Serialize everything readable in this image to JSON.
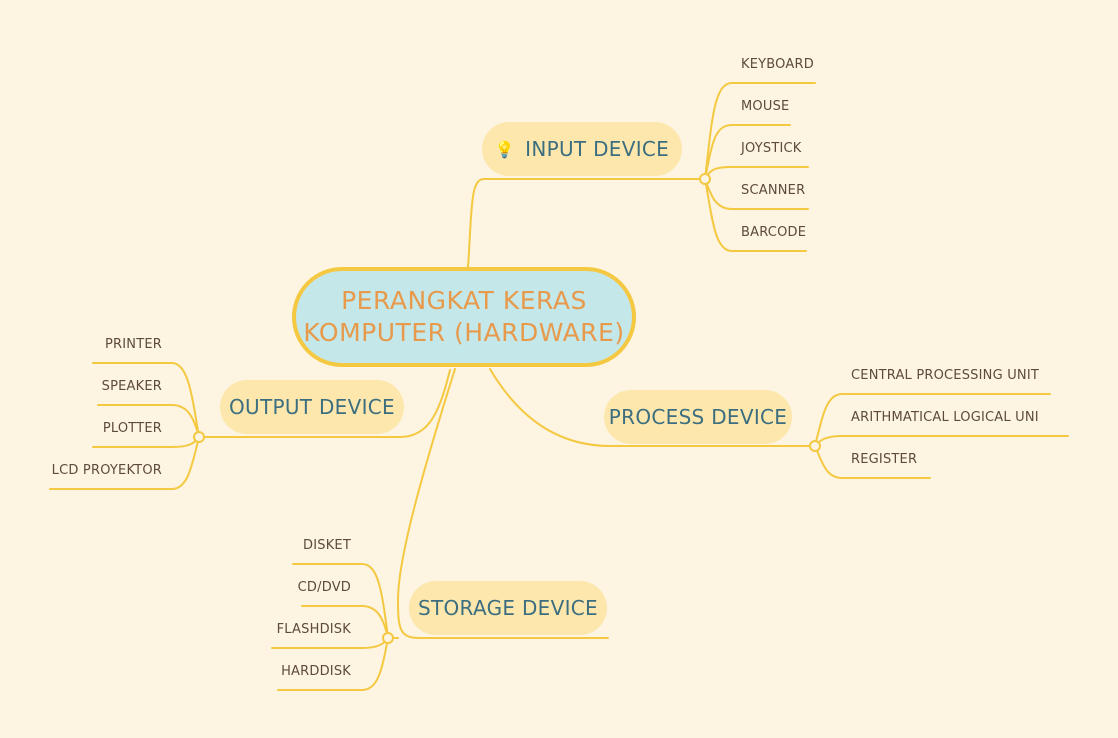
{
  "colors": {
    "background": "#fdf5e1",
    "connector": "#f5c842",
    "central_fill": "#c4e7e9",
    "central_text": "#e79a4c",
    "branch_fill": "#fde7ad",
    "branch_text": "#3c6e7f",
    "leaf_text": "#5d4a3c"
  },
  "central": {
    "line1": "PERANGKAT KERAS",
    "line2": "KOMPUTER (HARDWARE)"
  },
  "branches": {
    "input": {
      "label": "INPUT DEVICE",
      "icon": "lightbulb-icon",
      "children": [
        "KEYBOARD",
        "MOUSE",
        "JOYSTICK",
        "SCANNER",
        "BARCODE"
      ]
    },
    "process": {
      "label": "PROCESS DEVICE",
      "children": [
        "CENTRAL PROCESSING UNIT",
        "ARITHMATICAL LOGICAL UNI",
        "REGISTER"
      ]
    },
    "output": {
      "label": "OUTPUT DEVICE",
      "children": [
        "PRINTER",
        "SPEAKER",
        "PLOTTER",
        "LCD PROYEKTOR"
      ]
    },
    "storage": {
      "label": "STORAGE DEVICE",
      "children": [
        "DISKET",
        "CD/DVD",
        "FLASHDISK",
        "HARDDISK"
      ]
    }
  }
}
